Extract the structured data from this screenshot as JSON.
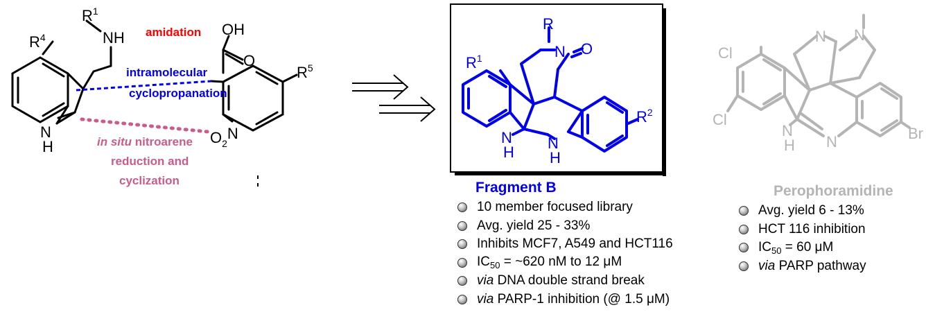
{
  "left_structure": {
    "r4": "R",
    "r4_sup": "4",
    "r1": "R",
    "r1_sup": "1",
    "nh": "NH",
    "indole_nh": "N",
    "indole_h": "H",
    "oh": "OH",
    "o": "O",
    "r5": "R",
    "r5_sup": "5",
    "no2": "O",
    "no2_sub": "2",
    "no2_n": "N",
    "amidation": "amidation",
    "cyclo_line1": "intramolecular",
    "cyclo_line2": "cyclopropanation",
    "insitu_italic": "in situ",
    "insitu_rest": " nitroarene",
    "insitu_line2": "reduction and",
    "insitu_line3": "cyclization",
    "colors": {
      "amidation": "#ff0000",
      "cyclopropanation": "#0000ee",
      "nitroarene": "#cc5a8a"
    }
  },
  "fragment_b": {
    "title": "Fragment B",
    "r1": "R",
    "r1_sup": "1",
    "r": "R",
    "n": "N",
    "o": "O",
    "r2": "R",
    "r2_sup": "2",
    "nh1": "N",
    "h1": "H",
    "nh2": "N",
    "h2": "H",
    "bullets": [
      {
        "italic": "",
        "text": "10 member focused library"
      },
      {
        "italic": "",
        "text": "Avg. yield 25 - 33%"
      },
      {
        "italic": "",
        "text": "Inhibits MCF7, A549 and HCT116"
      },
      {
        "italic": "",
        "text_pre": "IC",
        "sub": "50",
        "text": " = ~620 nM to 12 μM"
      },
      {
        "italic": "via",
        "text": " DNA double strand break"
      },
      {
        "italic": "via",
        "text": " PARP-1 inhibition (@ 1.5 μM)"
      }
    ],
    "color": "#0000ee"
  },
  "perophoramidine": {
    "title": "Perophoramidine",
    "cl1": "Cl",
    "cl2": "Cl",
    "br": "Br",
    "n1": "N",
    "n2": "N",
    "n3": "N",
    "nh": "N",
    "h": "H",
    "bullets": [
      {
        "italic": "",
        "text": "Avg. yield 6 - 13%"
      },
      {
        "italic": "",
        "text": "HCT 116 inhibition"
      },
      {
        "italic": "",
        "text_pre": " IC",
        "sub": "50",
        "text": " = 60 μM"
      },
      {
        "italic": "via",
        "text": " PARP pathway"
      }
    ],
    "color": "#b4b4b4"
  }
}
